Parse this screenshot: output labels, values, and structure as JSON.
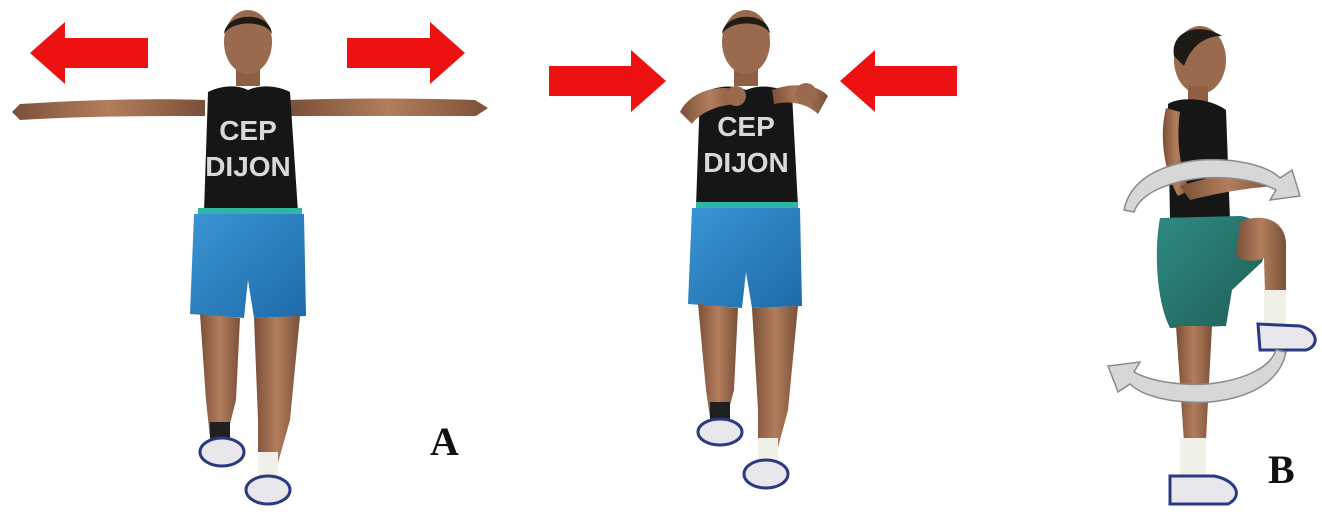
{
  "labels": {
    "panel_a": "A",
    "panel_b": "B"
  },
  "figures": [
    {
      "shirt_line1": "CEP",
      "shirt_line2": "DIJON"
    },
    {
      "shirt_line1": "CEP",
      "shirt_line2": "DIJON"
    },
    {
      "shirt_line1": "",
      "shirt_line2": ""
    }
  ],
  "colors": {
    "arrow": "#ee1111",
    "rotation_arrow": "#d7d7d7",
    "tank_top": "#161616",
    "shorts": "#2f86c8",
    "shorts_side": "#2a7a72",
    "skin": "#9a6a4e",
    "hair": "#1e1a16",
    "sock": "#f0f0e8",
    "shoe": "#e8e8ec"
  },
  "icons": [
    "arrow-left-icon",
    "arrow-right-icon",
    "rotation-arrow-icon"
  ]
}
